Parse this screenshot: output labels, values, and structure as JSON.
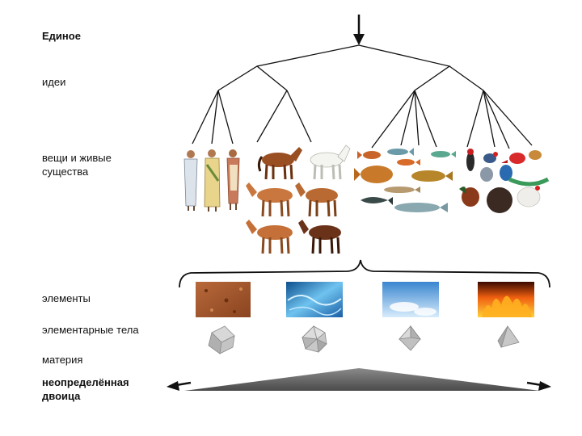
{
  "labels": {
    "one": "Единое",
    "ideas": "идеи",
    "things": "вещи и живые\nсущества",
    "elements": "элементы",
    "bodies": "элементарные тела",
    "matter": "материя",
    "dyad": "неопределённая\nдвоица"
  },
  "groups": {
    "people": "people-figures",
    "horses": "horses",
    "fish": "fish",
    "birds": "birds"
  },
  "elements": [
    {
      "name": "earth",
      "color": "#a8582c"
    },
    {
      "name": "water",
      "color": "#2d7fc0"
    },
    {
      "name": "air",
      "color": "#7fb6e6"
    },
    {
      "name": "fire",
      "color": "#e8501a"
    }
  ],
  "solids": [
    "cube",
    "icosahedron",
    "octahedron",
    "tetrahedron"
  ]
}
